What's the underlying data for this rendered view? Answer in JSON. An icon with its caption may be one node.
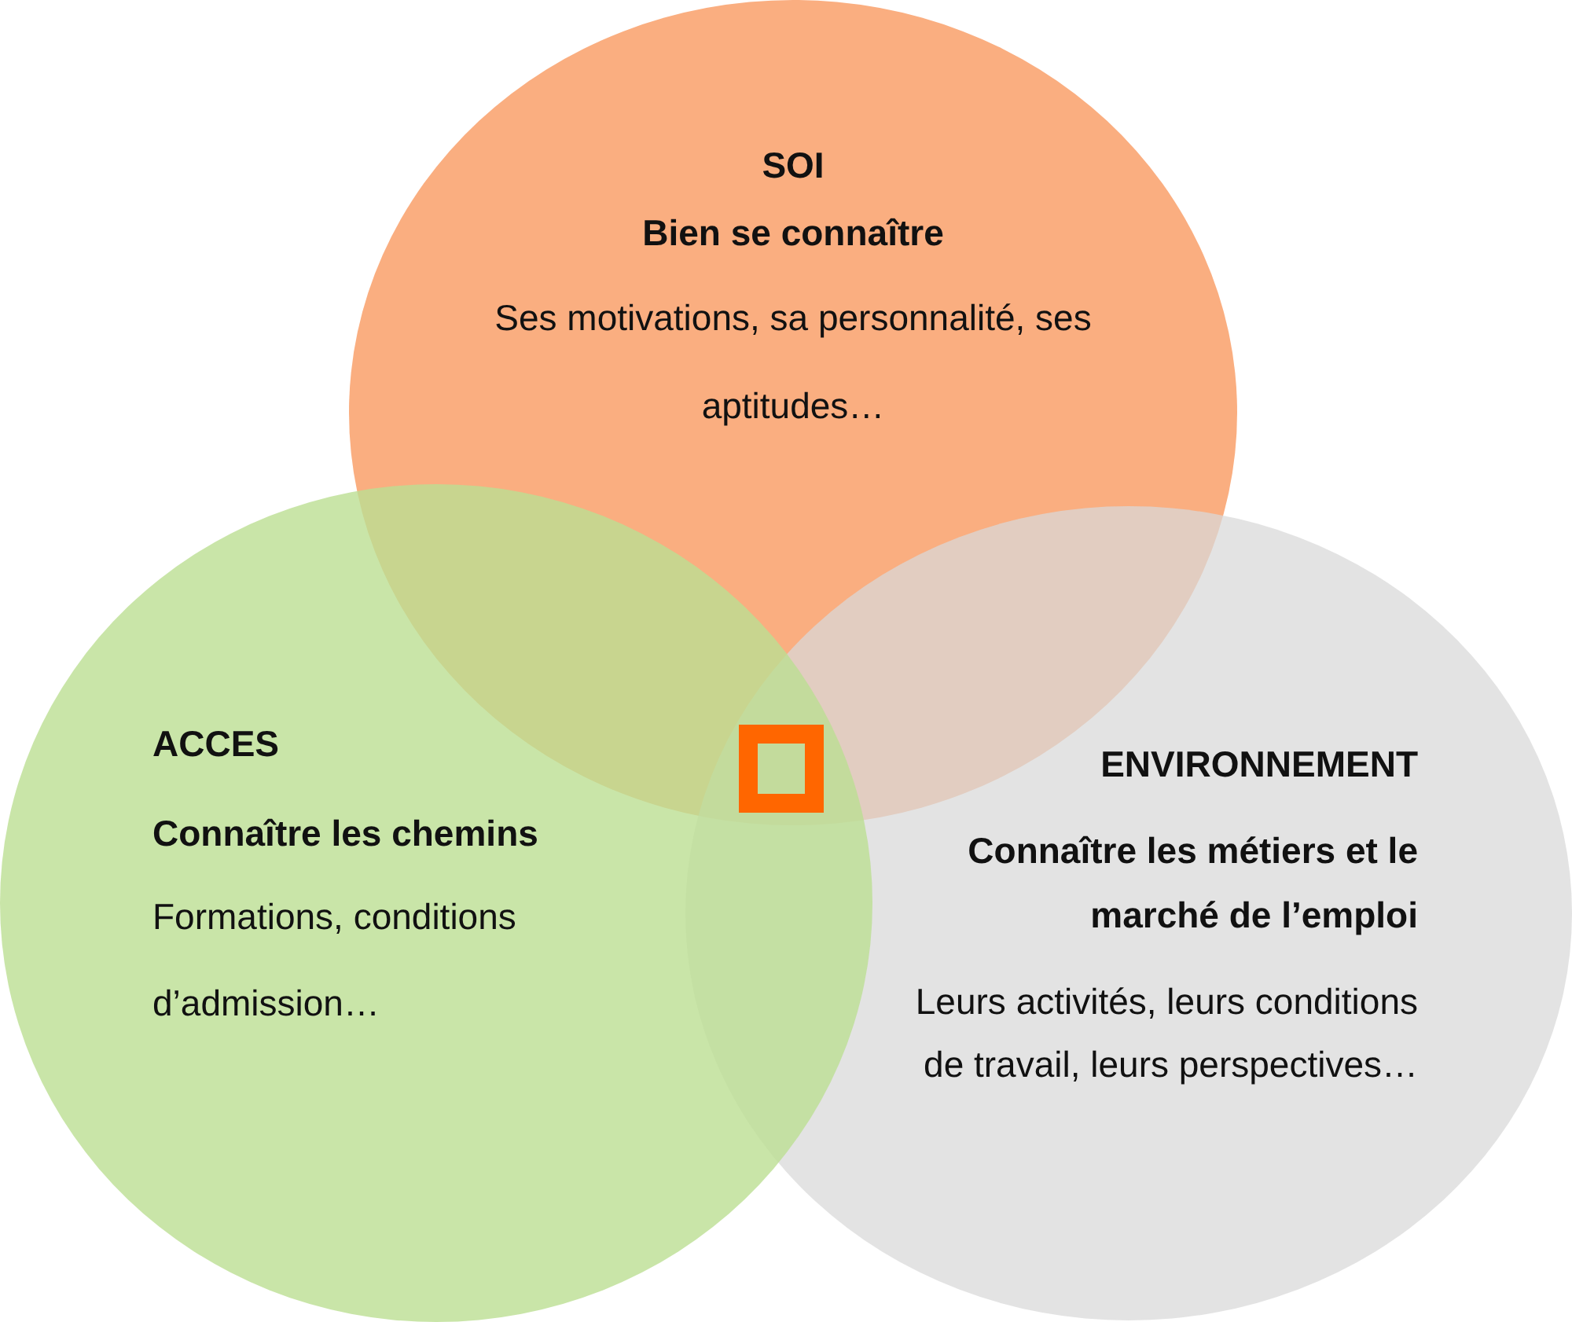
{
  "diagram": {
    "nodes": [
      {
        "text": [
          "SOI",
          "Bien se connaître",
          "Ses motivations, sa personnalité, ses aptitudes…"
        ]
      },
      {
        "text": [
          "ACCES",
          "Connaître les chemins",
          "Formations, conditions d’admission…"
        ]
      },
      {
        "text": [
          "ENVIRONNEMENT",
          "Connaître les métiers et le marché de l’emploi",
          "Leurs activités, leurs conditions de travail, leurs perspectives…"
        ]
      }
    ]
  }
}
